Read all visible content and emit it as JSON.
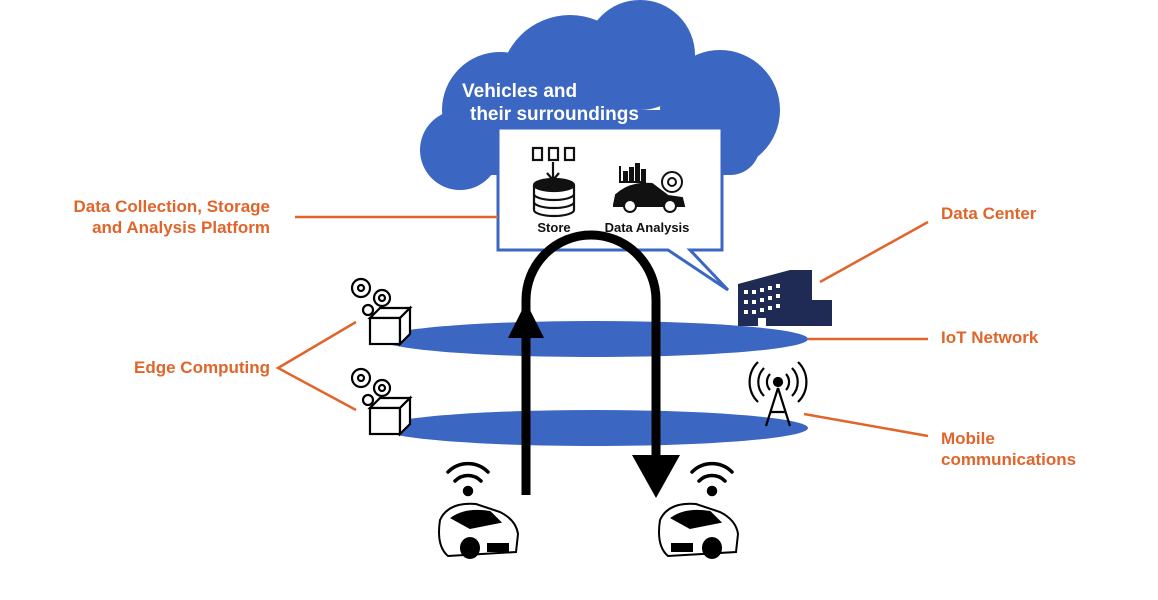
{
  "cloud": {
    "title_line1": "Vehicles and",
    "title_line2": "their surroundings"
  },
  "bubble": {
    "store_label": "Store",
    "analysis_label": "Data Analysis"
  },
  "labels": {
    "platform_line1": "Data Collection, Storage",
    "platform_line2": "and Analysis Platform",
    "edge": "Edge Computing",
    "data_center": "Data Center",
    "iot": "IoT Network",
    "mobile_line1": "Mobile",
    "mobile_line2": "communications"
  },
  "colors": {
    "accent": "#e0652b",
    "blue": "#3b66c2",
    "dark": "#111111",
    "navy": "#1f2a55"
  }
}
